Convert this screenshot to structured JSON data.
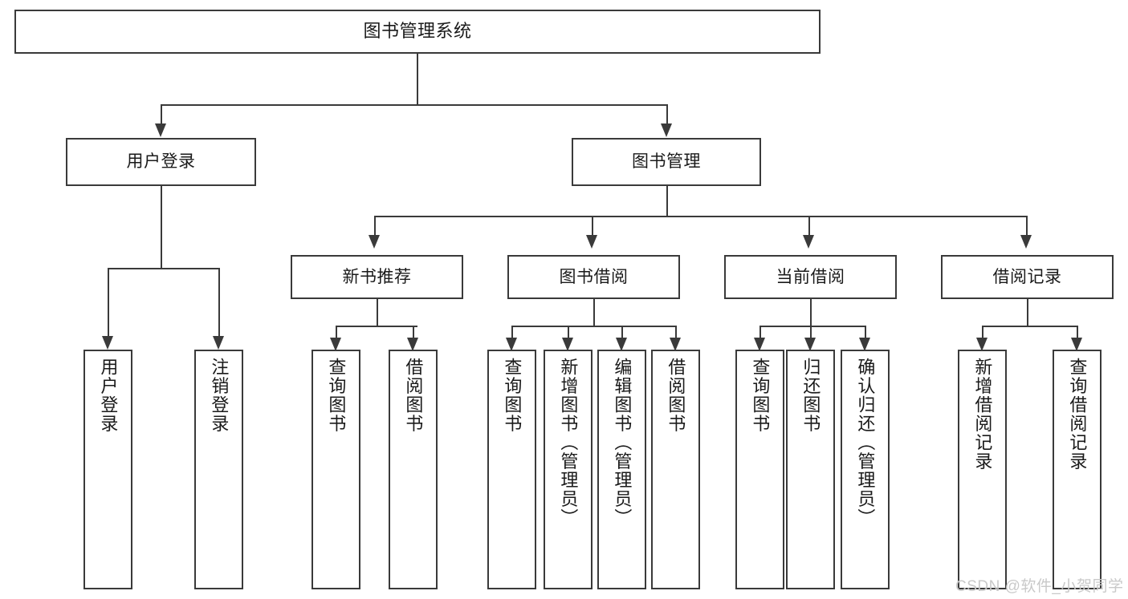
{
  "diagram": {
    "title": "图书管理系统",
    "type": "hierarchy-tree",
    "root": {
      "label": "图书管理系统"
    },
    "level2": [
      {
        "label": "用户登录"
      },
      {
        "label": "图书管理"
      }
    ],
    "level3": [
      {
        "label": "新书推荐"
      },
      {
        "label": "图书借阅"
      },
      {
        "label": "当前借阅"
      },
      {
        "label": "借阅记录"
      }
    ],
    "leaves": {
      "user_login": [
        {
          "label": "用户登录"
        },
        {
          "label": "注销登录"
        }
      ],
      "new_book_recommend": [
        {
          "label": "查询图书"
        },
        {
          "label": "借阅图书"
        }
      ],
      "book_borrow": [
        {
          "label": "查询图书"
        },
        {
          "label": "新增图书（管理员）"
        },
        {
          "label": "编辑图书（管理员）"
        },
        {
          "label": "借阅图书"
        }
      ],
      "current_borrow": [
        {
          "label": "查询图书"
        },
        {
          "label": "归还图书"
        },
        {
          "label": "确认归还（管理员）"
        }
      ],
      "borrow_record": [
        {
          "label": "新增借阅记录"
        },
        {
          "label": "查询借阅记录"
        }
      ]
    }
  },
  "watermark": {
    "text": "CSDN @软件_小贺同学"
  },
  "colors": {
    "border": "#3a3a3a",
    "box_fill": "#ffffff",
    "text": "#1a1a1a",
    "watermark": "#c9c9c9",
    "background": "#ffffff"
  }
}
